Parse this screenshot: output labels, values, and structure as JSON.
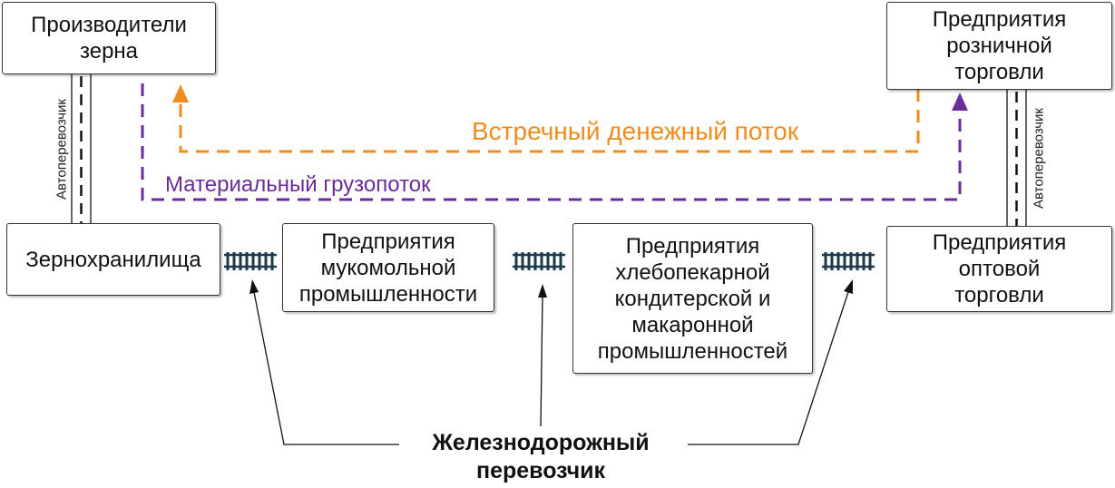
{
  "nodes": {
    "producers": "Производители\nзерна",
    "retail": "Предприятия\nрозничной\nторговли",
    "granary": "Зернохранилища",
    "milling": "Предприятия\nмукомольной\nпромышленности",
    "bakery": "Предприятия\nхлебопекарной\nкондитерской и\nмакаронной\nпромышленностей",
    "wholesale": "Предприятия\nоптовой\nторговли"
  },
  "road_carrier_label": "Автоперевозчик",
  "money_flow_label": "Встречный денежный поток",
  "material_flow_label": "Материальный грузопоток",
  "rail_carrier_label_line1": "Железнодорожный",
  "rail_carrier_label_line2": "перевозчик",
  "colors": {
    "money": "#EE8C1E",
    "material": "#6A2C9A"
  }
}
